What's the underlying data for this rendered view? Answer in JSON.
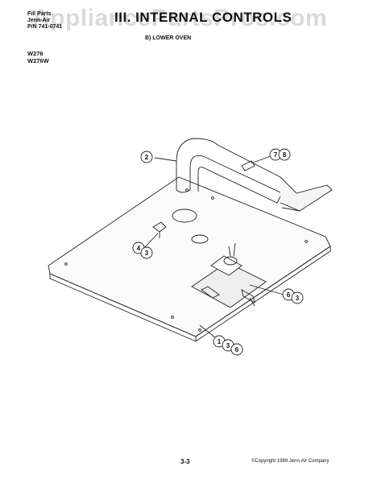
{
  "header": {
    "left_lines": [
      "Fill Parts",
      "Jenn-Air",
      "P/N 741-0741"
    ],
    "title": "III. INTERNAL CONTROLS",
    "subtitle": "B) LOWER OVEN",
    "models": [
      "W276",
      "W276W"
    ]
  },
  "watermark": "AppliancePartsPros.com",
  "callouts": {
    "c2": "2",
    "c7": "7",
    "c8": "8",
    "c4": "4",
    "c3a": "3",
    "c6a": "6",
    "c3b": "3",
    "c1": "1",
    "c3c": "3",
    "c6b": "6"
  },
  "footer": {
    "page": "3-3",
    "copyright": "©Copyright 1989 Jenn-Air Company"
  }
}
